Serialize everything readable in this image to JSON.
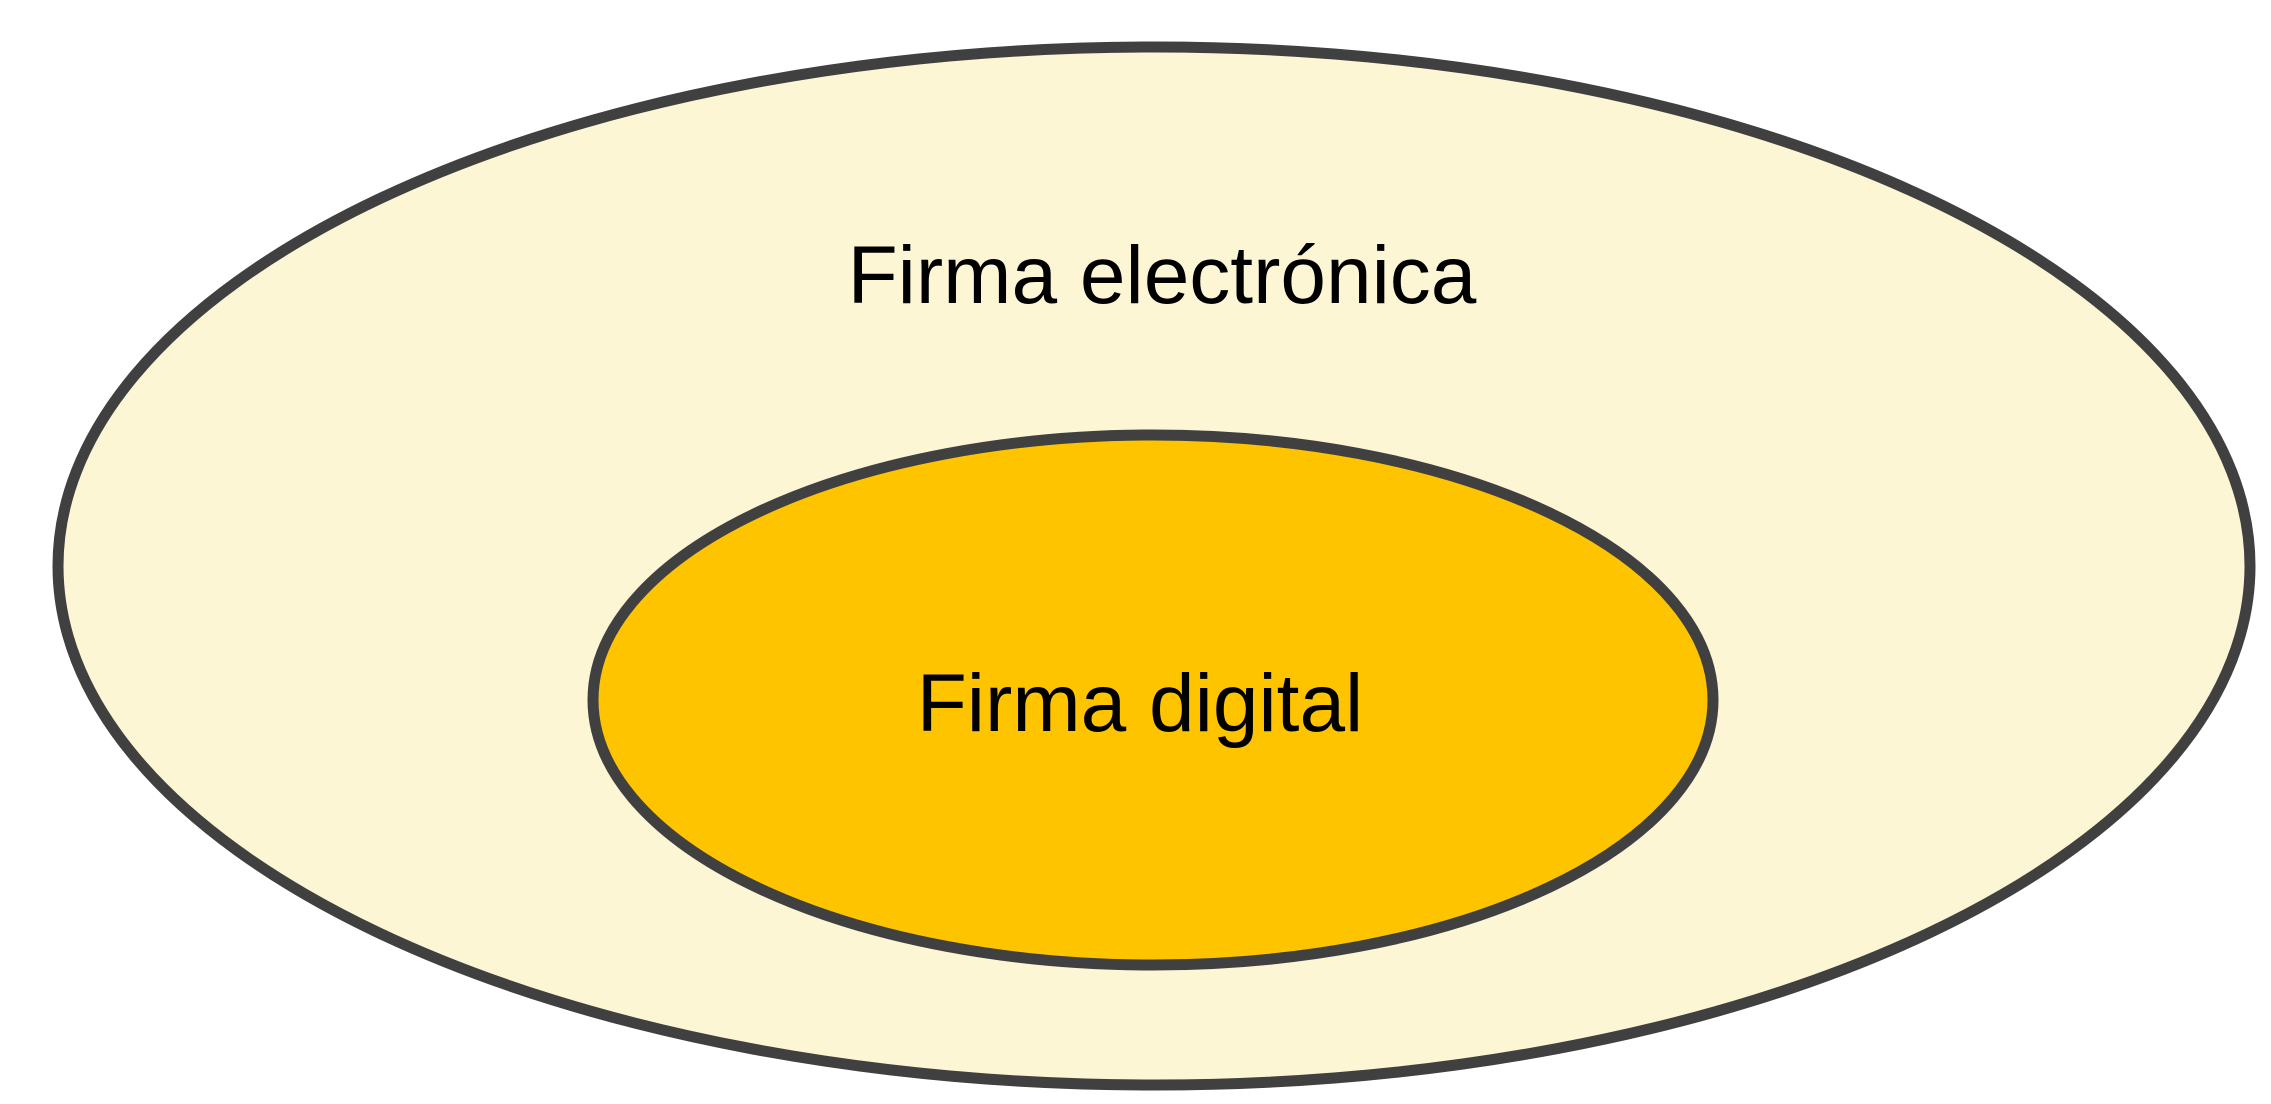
{
  "diagram": {
    "type": "euler-set-diagram",
    "title_hint": "Nested sets: digital signature is a subset of electronic signature",
    "background_color": "#FFFFFF",
    "outer_set": {
      "label": "Firma electrónica",
      "fill": "#FCF6D5",
      "border_color": "#404040",
      "text_color": "#000000"
    },
    "inner_set": {
      "label": "Firma digital",
      "fill": "#FFC400",
      "border_color": "#404040",
      "text_color": "#000000"
    }
  }
}
